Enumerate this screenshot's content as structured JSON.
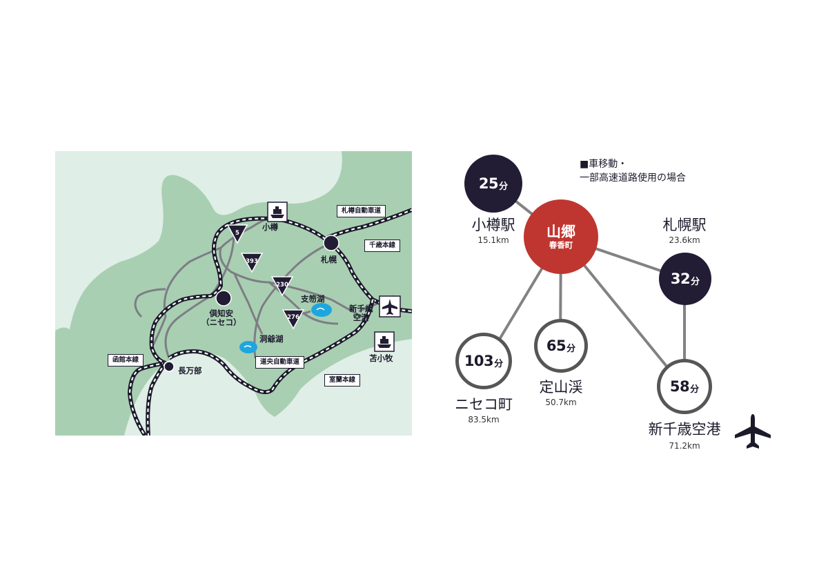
{
  "map": {
    "stations": {
      "otaru": "小樽",
      "sapporo": "札幌",
      "kutchan": "倶知安\n（ニセコ）",
      "oshamambe": "長万部",
      "new_chitose": "新千歳\n空港",
      "tomakomai": "苫小牧"
    },
    "lakes": {
      "shikotsu": "支笏湖",
      "toya": "洞爺湖"
    },
    "road_labels": {
      "sasson_expressway": "札樽自動車道",
      "chitose_line": "千歳本線",
      "hakodate_line": "函館本線",
      "doo_expressway": "道央自動車道",
      "muroran_line": "室蘭本線"
    },
    "routes": [
      "5",
      "393",
      "230",
      "276"
    ],
    "icons": [
      "ferry-icon",
      "airplane-icon",
      "ferry-icon",
      "station-dot-icon"
    ],
    "colors": {
      "sea": "#dfeee6",
      "land": "#a8cfb1",
      "rail": "#1b1a2b",
      "road": "#7d7d85",
      "lake": "#1ea6e0"
    }
  },
  "diagram": {
    "note": "■車移動・\n一部高速道路使用の場合",
    "center": {
      "name": "山郷",
      "sub": "春香町"
    },
    "unit": "分",
    "destinations": [
      {
        "id": "otaru",
        "time": "25",
        "name": "小樽駅",
        "distance": "15.1km"
      },
      {
        "id": "sapporo",
        "time": "32",
        "name": "札幌駅",
        "distance": "23.6km"
      },
      {
        "id": "niseko",
        "time": "103",
        "name": "ニセコ町",
        "distance": "83.5km"
      },
      {
        "id": "jozankei",
        "time": "65",
        "name": "定山渓",
        "distance": "50.7km"
      },
      {
        "id": "chitose",
        "time": "58",
        "name": "新千歳空港",
        "distance": "71.2km"
      }
    ],
    "colors": {
      "center": "#bf3630",
      "dark": "#221c34",
      "ring": "#565656",
      "line": "#828282"
    }
  }
}
